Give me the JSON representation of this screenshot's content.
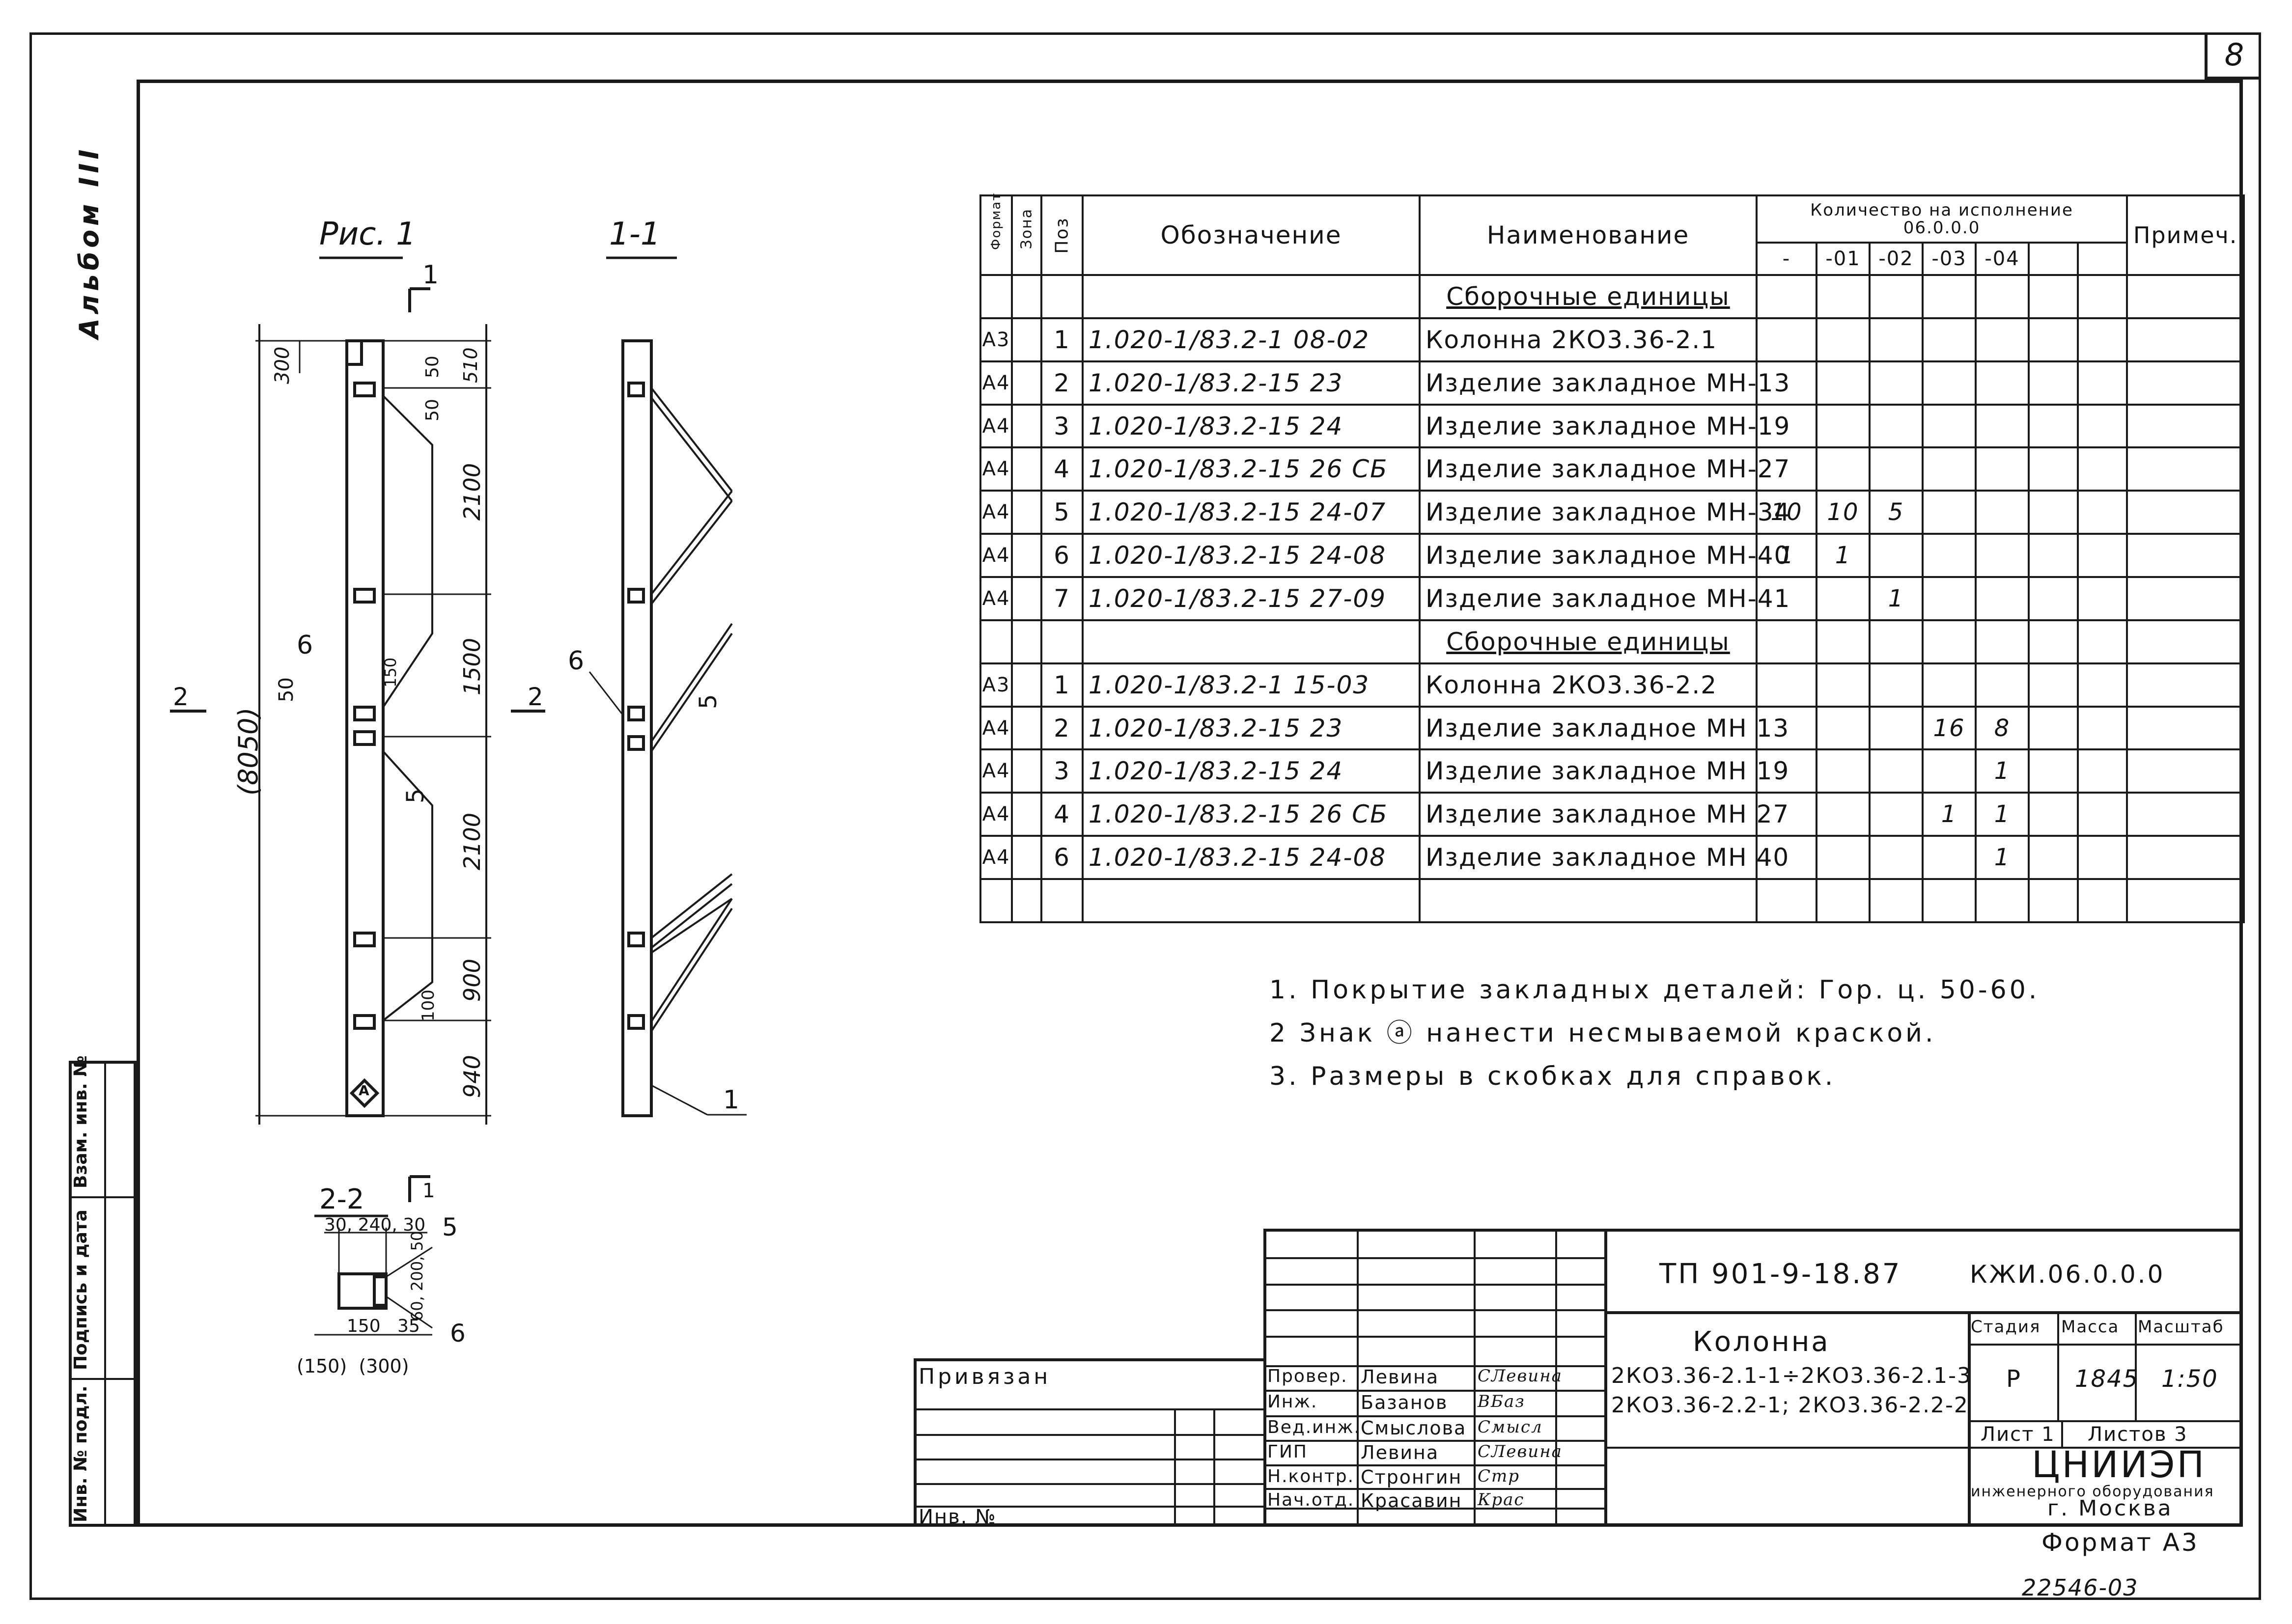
{
  "page_number": "8",
  "album_label": "Альбом III",
  "side_stamp": {
    "inv_podl": "Инв. № подл.",
    "podpis_data": "Подпись и дата",
    "vzam_inv": "Взам. инв. №"
  },
  "drawing": {
    "fig_title": "Рис. 1",
    "section_11": "1-1",
    "section_22": "2-2",
    "section_mark_1": "1",
    "section_mark_2": "2",
    "overall_dim": "(8050)",
    "elev_dims_left": [
      "300"
    ],
    "elev_dims_right": [
      "510",
      "2100",
      "1500",
      "2100",
      "900",
      "940"
    ],
    "small_dims": [
      "50",
      "50",
      "50",
      "150",
      "100"
    ],
    "pos_labels": [
      "6",
      "5",
      "6",
      "5",
      "1",
      "5",
      "6"
    ],
    "sec22_dims_top": "30, 240, 30",
    "sec22_dims_side": "60, 200, 50",
    "sec22_dims_bottom": "150   35",
    "sec22_dims_paren": "(150)  (300)",
    "marker": "А"
  },
  "spec_table": {
    "headers": {
      "format": "Формат",
      "zone": "Зона",
      "pos": "Поз",
      "designation": "Обозначение",
      "name": "Наименование",
      "qty_title": "Количество на исполнение",
      "qty_code": "06.0.0.0",
      "qty_cols": [
        "-",
        "-01",
        "-02",
        "-03",
        "-04",
        "",
        ""
      ],
      "note": "Примеч."
    },
    "rows": [
      {
        "format": "",
        "pos": "",
        "designation": "",
        "name": "Сборочные единицы",
        "section": true,
        "qty": [
          "",
          "",
          "",
          "",
          "",
          "",
          ""
        ]
      },
      {
        "format": "А3",
        "pos": "1",
        "designation": "1.020-1/83.2-1   08-02",
        "name": "Колонна  2КО3.36-2.1",
        "qty": [
          "",
          "",
          "",
          "",
          "",
          "",
          ""
        ]
      },
      {
        "format": "А4",
        "pos": "2",
        "designation": "1.020-1/83.2-15   23",
        "name": "Изделие закладное  МН-13",
        "qty": [
          "",
          "",
          "",
          "",
          "",
          "",
          ""
        ]
      },
      {
        "format": "А4",
        "pos": "3",
        "designation": "1.020-1/83.2-15   24",
        "name": "Изделие закладное  МН-19",
        "qty": [
          "",
          "",
          "",
          "",
          "",
          "",
          ""
        ]
      },
      {
        "format": "А4",
        "pos": "4",
        "designation": "1.020-1/83.2-15   26 СБ",
        "name": "Изделие закладное  МН-27",
        "qty": [
          "",
          "",
          "",
          "",
          "",
          "",
          ""
        ]
      },
      {
        "format": "А4",
        "pos": "5",
        "designation": "1.020-1/83.2-15   24-07",
        "name": "Изделие закладное  МН-34",
        "qty": [
          "10",
          "10",
          "5",
          "",
          "",
          "",
          ""
        ]
      },
      {
        "format": "А4",
        "pos": "6",
        "designation": "1.020-1/83.2-15   24-08",
        "name": "Изделие закладное  МН-40",
        "qty": [
          "1",
          "1",
          "",
          "",
          "",
          "",
          ""
        ]
      },
      {
        "format": "А4",
        "pos": "7",
        "designation": "1.020-1/83.2-15   27-09",
        "name": "Изделие закладное  МН-41",
        "qty": [
          "",
          "",
          "1",
          "",
          "",
          "",
          ""
        ]
      },
      {
        "format": "",
        "pos": "",
        "designation": "",
        "name": "Сборочные единицы",
        "section": true,
        "qty": [
          "",
          "",
          "",
          "",
          "",
          "",
          ""
        ]
      },
      {
        "format": "А3",
        "pos": "1",
        "designation": "1.020-1/83.2-1   15-03",
        "name": "Колонна  2КО3.36-2.2",
        "qty": [
          "",
          "",
          "",
          "",
          "",
          "",
          ""
        ]
      },
      {
        "format": "А4",
        "pos": "2",
        "designation": "1.020-1/83.2-15   23",
        "name": "Изделие закладное  МН 13",
        "qty": [
          "",
          "",
          "",
          "16",
          "8",
          "",
          ""
        ]
      },
      {
        "format": "А4",
        "pos": "3",
        "designation": "1.020-1/83.2-15   24",
        "name": "Изделие закладное  МН 19",
        "qty": [
          "",
          "",
          "",
          "",
          "1",
          "",
          ""
        ]
      },
      {
        "format": "А4",
        "pos": "4",
        "designation": "1.020-1/83.2-15   26 СБ",
        "name": "Изделие закладное  МН 27",
        "qty": [
          "",
          "",
          "",
          "1",
          "1",
          "",
          ""
        ]
      },
      {
        "format": "А4",
        "pos": "6",
        "designation": "1.020-1/83.2-15   24-08",
        "name": "Изделие закладное  МН 40",
        "qty": [
          "",
          "",
          "",
          "",
          "1",
          "",
          ""
        ]
      },
      {
        "format": "",
        "pos": "",
        "designation": "",
        "name": "",
        "qty": [
          "",
          "",
          "",
          "",
          "",
          "",
          ""
        ]
      }
    ]
  },
  "notes": [
    "1. Покрытие закладных деталей: Гор. ц. 50-60.",
    "2 Знак ⓐ нанести несмываемой краской.",
    "3. Размеры в скобках для справок."
  ],
  "title_block": {
    "project_code": "ТП 901-9-18.87",
    "doc_code": "КЖИ.06.0.0.0",
    "title": "Колонна",
    "variants_line1": "2КО3.36-2.1-1÷2КО3.36-2.1-3",
    "variants_line2": "2КО3.36-2.2-1; 2КО3.36-2.2-2",
    "stage_label": "Стадия",
    "mass_label": "Масса",
    "scale_label": "Масштаб",
    "stage": "Р",
    "mass": "1845",
    "scale": "1:50",
    "sheet": "Лист 1",
    "sheets": "Листов 3",
    "org_name": "ЦНИИЭП",
    "org_line2": "инженерного оборудования",
    "org_city": "г. Москва",
    "privyazan": "Привязан",
    "inv_no": "Инв. №",
    "signers": [
      {
        "role": "Провер.",
        "name": "Левина",
        "sig": "СЛевина"
      },
      {
        "role": "Инж.",
        "name": "Базанов",
        "sig": "ВБаз"
      },
      {
        "role": "Вед.инж.",
        "name": "Смыслова",
        "sig": "Смысл"
      },
      {
        "role": "ГИП",
        "name": "Левина",
        "sig": "СЛевина"
      },
      {
        "role": "Н.контр.",
        "name": "Стронгин",
        "sig": "Стр"
      },
      {
        "role": "Нач.отд.",
        "name": "Красавин",
        "sig": "Крас"
      }
    ]
  },
  "format_label": "Формат А3",
  "archive_no": "22546-03"
}
